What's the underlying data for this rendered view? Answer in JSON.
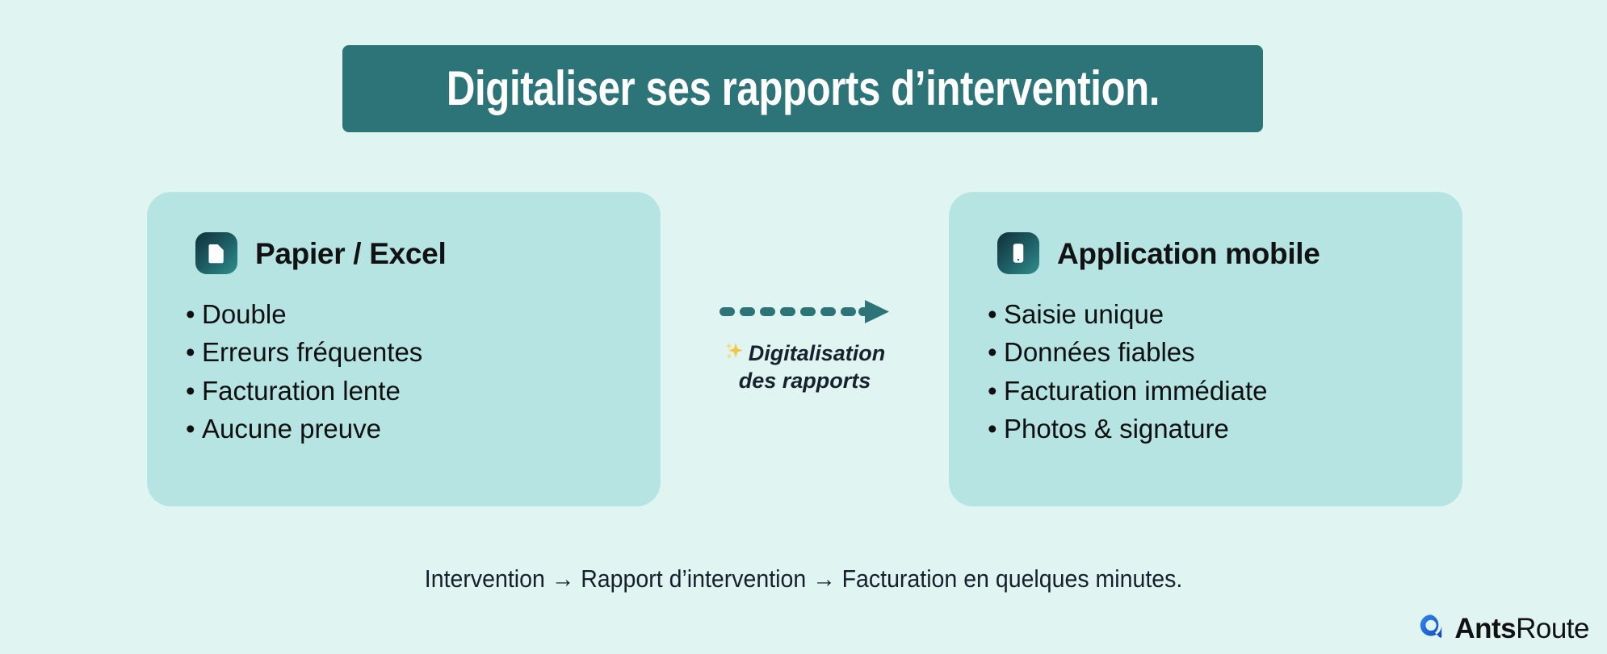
{
  "background_color": "#e0f5f2",
  "banner": {
    "title": "Digitaliser ses rapports d’intervention.",
    "color": "#2c7478",
    "text_color": "#ffffff"
  },
  "cards": {
    "color": "#b5e4e3",
    "left": {
      "icon": "document-icon",
      "title": "Papier / Excel",
      "bullets": [
        "Double",
        "Erreurs fréquentes",
        "Facturation lente",
        "Aucune preuve"
      ]
    },
    "right": {
      "icon": "mobile-phone-icon",
      "title": "Application mobile",
      "bullets": [
        "Saisie unique",
        "Données fiables",
        "Facturation immédiate",
        "Photos & signature"
      ]
    }
  },
  "flow": {
    "arrow_icon": "dashed-arrow-right-icon",
    "arrow_color": "#2c7478",
    "sparkle_icon": "sparkles-icon",
    "sparkle_color": "#f3c63e",
    "caption_line1": "Digitalisation",
    "caption_line2": "des rapports",
    "caption_color": "#17222e"
  },
  "footer": {
    "summary": "Intervention → Rapport d’intervention → Facturation en quelques minutes.",
    "summary_color": "#16202c"
  },
  "logo": {
    "mark_icon": "antsroute-logo-mark",
    "mark_color": "#1f6fe0",
    "name_bold": "Ants",
    "name_regular": "Route"
  },
  "bullet_char": "•"
}
